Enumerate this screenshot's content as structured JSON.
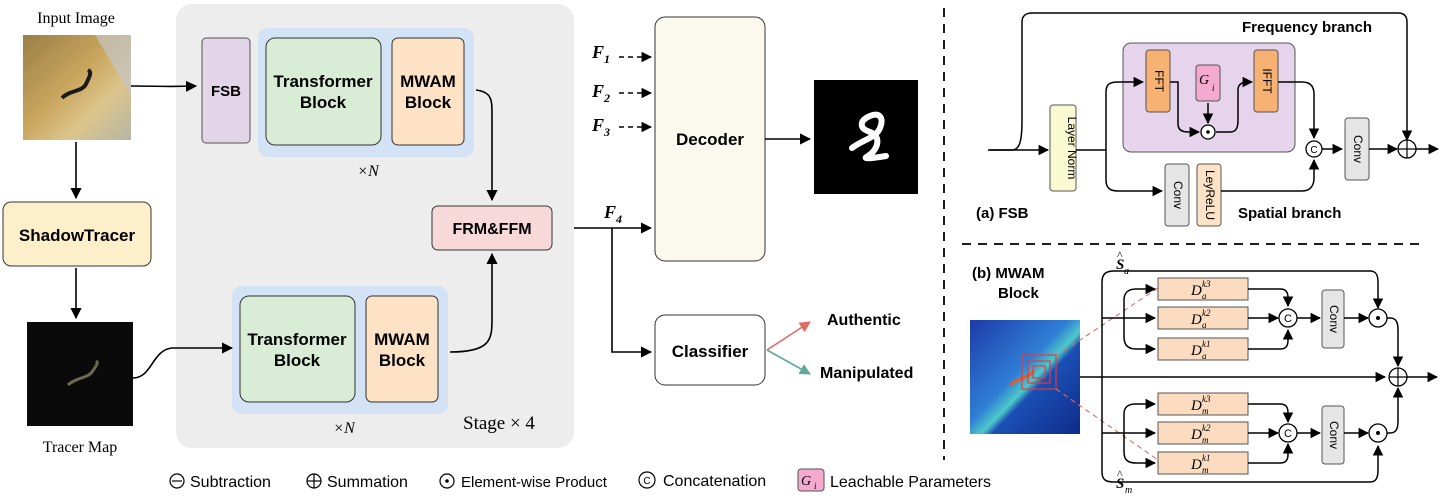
{
  "left": {
    "input_image_label": "Input Image",
    "tracer_map_label": "Tracer Map",
    "shadowtracer": "ShadowTracer",
    "fsb": "FSB",
    "transformer_block_1": "Transformer",
    "transformer_block_2": "Block",
    "mwam_block_1": "MWAM",
    "mwam_block_2": "Block",
    "times_n": "×N",
    "frm_ffm": "FRM&FFM",
    "stage": "Stage × 4",
    "feature_labels": [
      "F",
      "F",
      "F",
      "F"
    ],
    "feature_subs": [
      "1",
      "2",
      "3",
      "4"
    ],
    "decoder": "Decoder",
    "classifier": "Classifier",
    "authentic": "Authentic",
    "manipulated": "Manipulated"
  },
  "fsb_panel": {
    "title": "(a) FSB",
    "frequency_branch": "Frequency branch",
    "spatial_branch": "Spatial branch",
    "layer_norm": "Layer Norm",
    "fft": "FFT",
    "ifft": "IFFT",
    "g": "G",
    "g_sub": "i",
    "conv": "Conv",
    "lrelu": "LeyReLU",
    "concat": "C"
  },
  "mwam_panel": {
    "title_1": "(b) MWAM",
    "title_2": "Block",
    "s_a": "S",
    "s_a_sub": "a",
    "s_m": "S",
    "s_m_sub": "m",
    "d_a": [
      {
        "base": "D",
        "sub": "a",
        "sup": "k3"
      },
      {
        "base": "D",
        "sub": "a",
        "sup": "k2"
      },
      {
        "base": "D",
        "sub": "a",
        "sup": "k1"
      }
    ],
    "d_m": [
      {
        "base": "D",
        "sub": "m",
        "sup": "k3"
      },
      {
        "base": "D",
        "sub": "m",
        "sup": "k2"
      },
      {
        "base": "D",
        "sub": "m",
        "sup": "k1"
      }
    ],
    "conv": "Conv",
    "concat": "C"
  },
  "legend": {
    "subtraction": "Subtraction",
    "summation": "Summation",
    "product": "Element-wise Product",
    "concatenation": "Concatenation",
    "leachable": "Leachable Parameters",
    "g": "G",
    "g_sub": "i"
  },
  "colors": {
    "stage_bg": "#ededed",
    "blue_group": "#d4e2f5",
    "fsb": "#e3d5e8",
    "transformer": "#d8ecd6",
    "mwam": "#fde2c6",
    "shadowtracer": "#fdefc9",
    "frm": "#f7d9d9",
    "decoder": "#fbf8ee",
    "fsb_purple": "#e6d4ec",
    "fft_orange": "#f7b173",
    "g_pink": "#f4a9cf",
    "layernorm": "#fafad2",
    "conv_gray": "#e5e5e5",
    "d_orange": "#fbdcc0",
    "red": "#e06a64",
    "teal": "#5fa99a"
  }
}
